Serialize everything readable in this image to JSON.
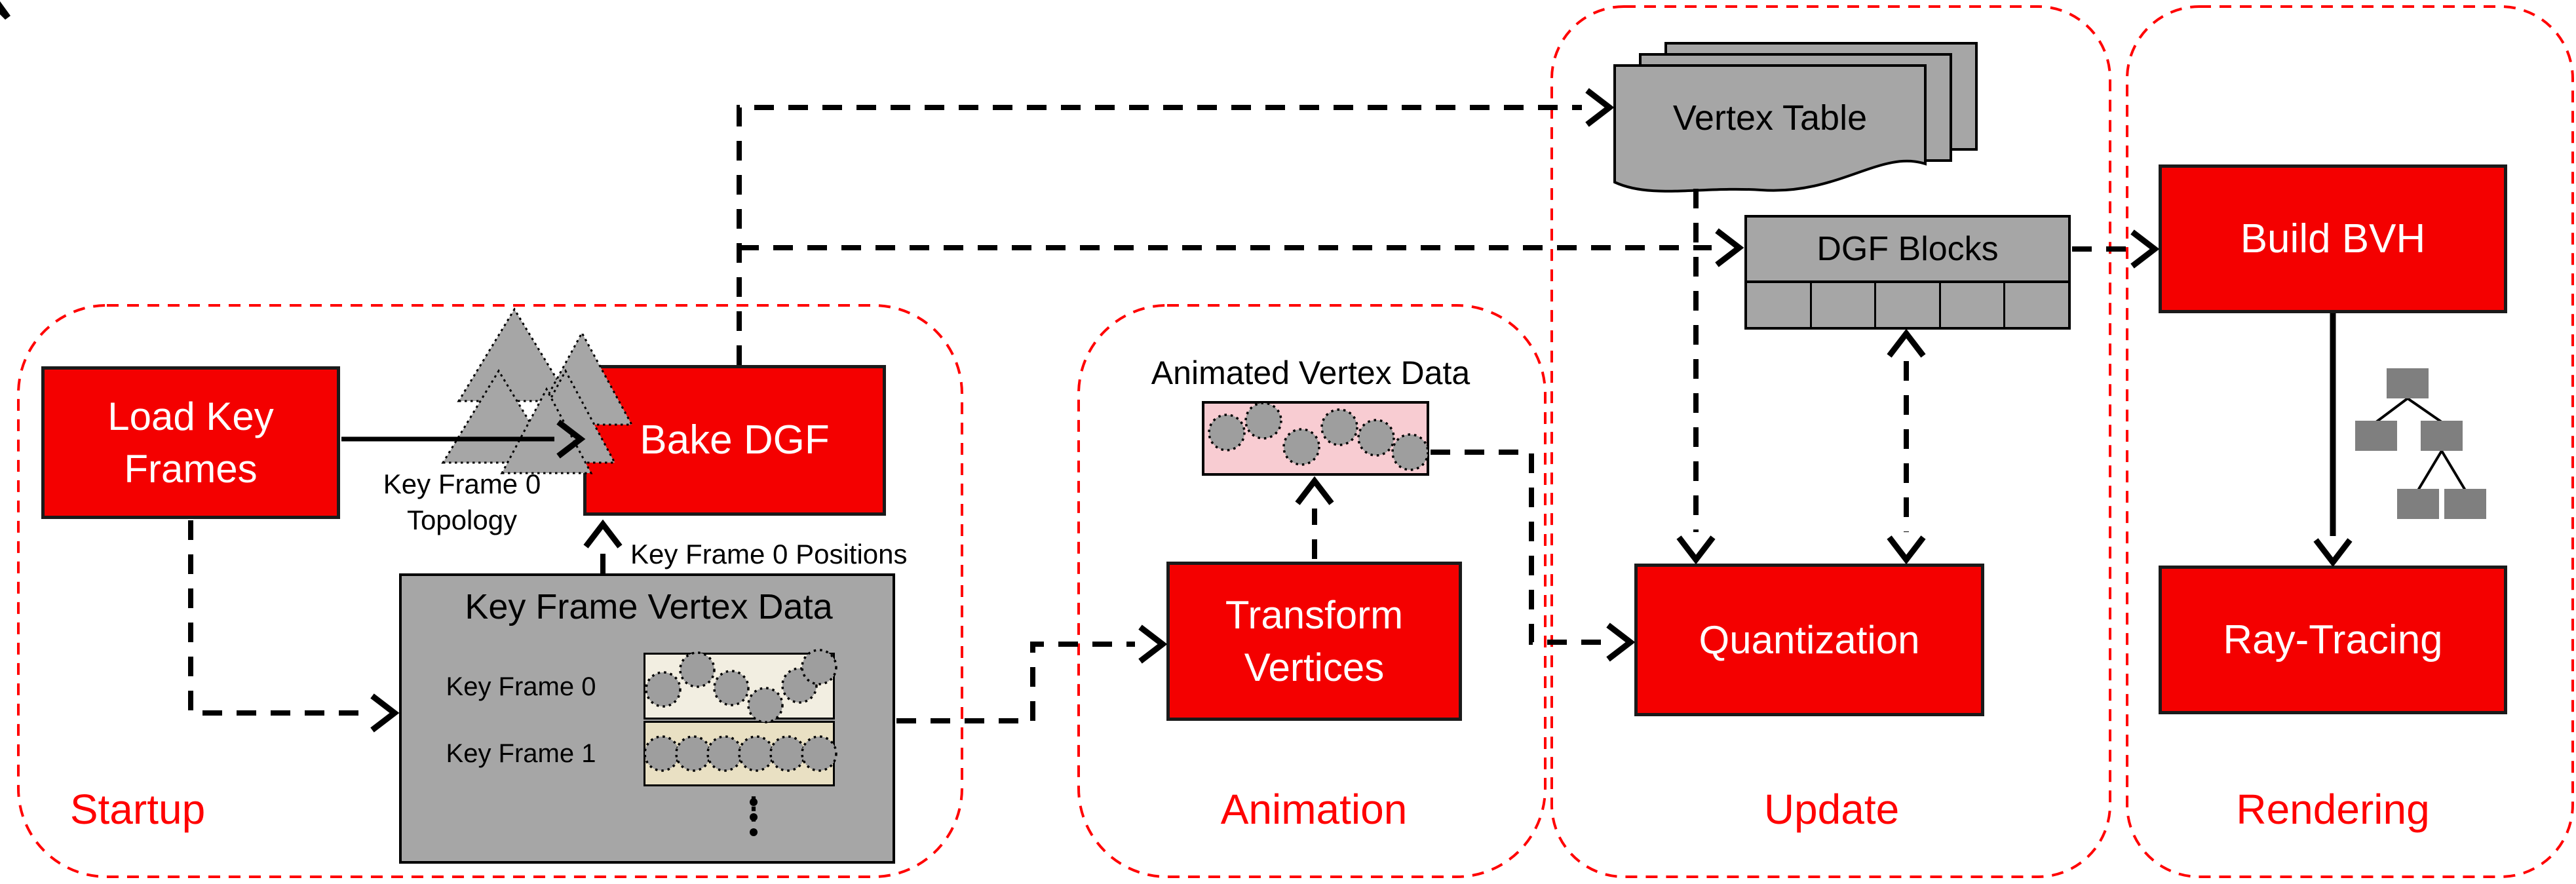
{
  "groups": [
    {
      "label": "Startup"
    },
    {
      "label": "Animation"
    },
    {
      "label": "Update"
    },
    {
      "label": "Rendering"
    }
  ],
  "nodes": {
    "load_key_frames": "Load Key Frames",
    "bake_dgf": "Bake DGF",
    "transform_vertices": "Transform Vertices",
    "quantization": "Quantization",
    "build_bvh": "Build BVH",
    "ray_tracing": "Ray-Tracing",
    "vertex_table": "Vertex Table",
    "dgf_blocks": "DGF Blocks",
    "animated_vertex_data": "Animated Vertex Data"
  },
  "key_frame_vertex_data": {
    "title": "Key Frame Vertex Data",
    "rows": [
      {
        "label": "Key Frame 0"
      },
      {
        "label": "Key Frame 1"
      }
    ],
    "ellipsis": "⋮"
  },
  "edge_labels": {
    "topology": "Key Frame 0\nTopology",
    "positions": "Key Frame 0 Positions"
  },
  "colors": {
    "node_red": "#f40000",
    "label_red": "#ff0000",
    "box_gray": "#a6a6a6",
    "tree_gray": "#7f7f7f",
    "key_frame_0_row_fill": "#f2eee1",
    "key_frame_1_row_fill": "#e9e0c3",
    "animated_vertex_fill": "#f8ccd2",
    "vertex_circle_fill": "#9e9e9e"
  }
}
